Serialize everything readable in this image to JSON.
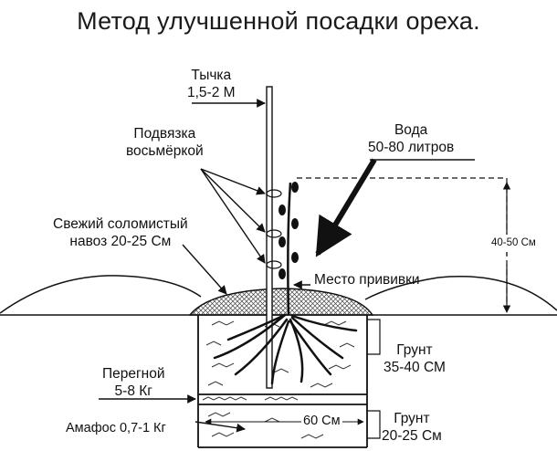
{
  "title": "Метод улучшенной посадки ореха.",
  "labels": {
    "stake": [
      "Тычка",
      "1,5-2 М"
    ],
    "tie": [
      "Подвязка",
      "восьмёркой"
    ],
    "water": [
      "Вода",
      "50-80 литров"
    ],
    "manure": [
      "Свежий соломистый",
      "навоз 20-25 См"
    ],
    "graft": "Место прививки",
    "height": "40-50 См",
    "soil_top": [
      "Грунт",
      "35-40 СМ"
    ],
    "humus": [
      "Перегной",
      "5-8 Кг"
    ],
    "ammophos": "Амафос 0,7-1 Кг",
    "width": "60 См",
    "soil_bottom": [
      "Грунт",
      "20-25 См"
    ]
  },
  "colors": {
    "ink": "#111111",
    "background": "#ffffff"
  }
}
